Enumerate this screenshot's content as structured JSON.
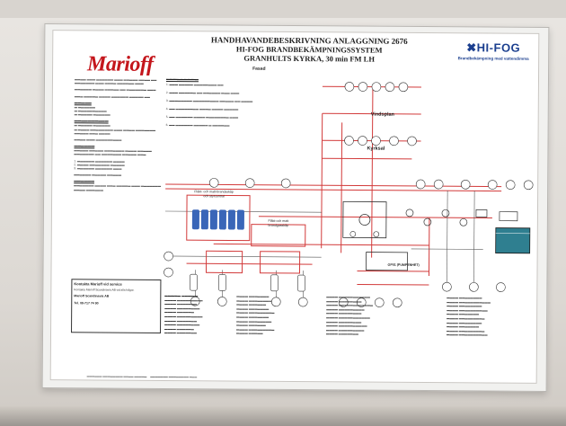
{
  "header": {
    "title_line1": "HANDHAVANDEBESKRIVNING ANLAGGNING 2676",
    "title_line2": "HI-FOG BRANDBEKÄMPNINGSSYSTEM",
    "title_line3": "GRANHULTS KYRKA, 30 min FM LH",
    "facit_label": "Fasad"
  },
  "logos": {
    "left_brand": "Marioff",
    "right_brand": "HI-FOG",
    "right_tagline": "Brandbekämpning med vattendimma"
  },
  "diagram_labels": {
    "vindsplan": "Vindsplan",
    "kyrksal": "Kyrksal",
    "cabinet_label": "Fläkt- och matt-brandsskåp",
    "cabinet_label2": "och styrcentral",
    "second_box_label": "Fläkt-och matt",
    "second_box_label2": "brandgasskåp",
    "pump_label": "GP01 (PUMPENHET)"
  },
  "contact": {
    "line1": "Kontakta Marioff vid service",
    "line2": "Kontakta Marioff Scandinavia AB vid alla frågor.",
    "line3": "Marioff Scandinavia AB",
    "phone": "Tel. 08-717 74 90"
  },
  "colors": {
    "marioff_red": "#c4161c",
    "hifog_blue": "#1b3f8f",
    "pipe_red": "#d23a3a",
    "tank_teal": "#2f7f90",
    "cylinder_blue": "#3a66b8"
  }
}
